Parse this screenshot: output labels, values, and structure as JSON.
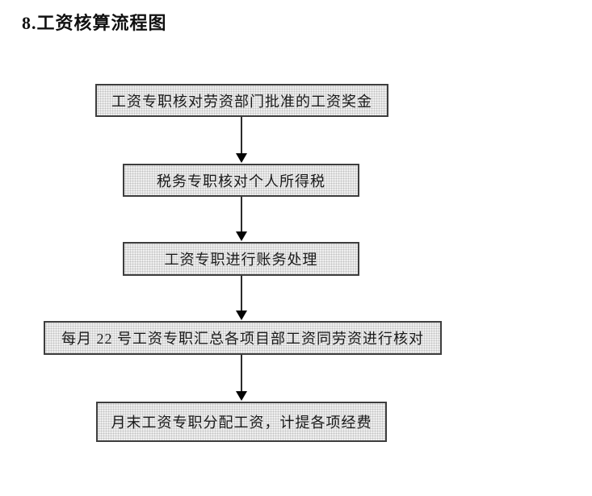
{
  "page": {
    "title": "8.工资核算流程图"
  },
  "flowchart": {
    "type": "vertical-flowchart",
    "nodes": [
      {
        "id": "step-1",
        "label": "工资专职核对劳资部门批准的工资奖金"
      },
      {
        "id": "step-2",
        "label": "税务专职核对个人所得税"
      },
      {
        "id": "step-3",
        "label": "工资专职进行账务处理"
      },
      {
        "id": "step-4",
        "label": "每月 22 号工资专职汇总各项目部工资同劳资进行核对"
      },
      {
        "id": "step-5",
        "label": "月末工资专职分配工资，计提各项经费"
      }
    ],
    "edges": [
      {
        "from": "step-1",
        "to": "step-2"
      },
      {
        "from": "step-2",
        "to": "step-3"
      },
      {
        "from": "step-3",
        "to": "step-4"
      },
      {
        "from": "step-4",
        "to": "step-5"
      }
    ],
    "colors": {
      "background": "#ffffff",
      "node_fill": "#efefef",
      "node_border": "#3d3d3d",
      "arrow": "#1a1a1a",
      "text": "#1a1a1a",
      "title_text": "#111111"
    }
  }
}
